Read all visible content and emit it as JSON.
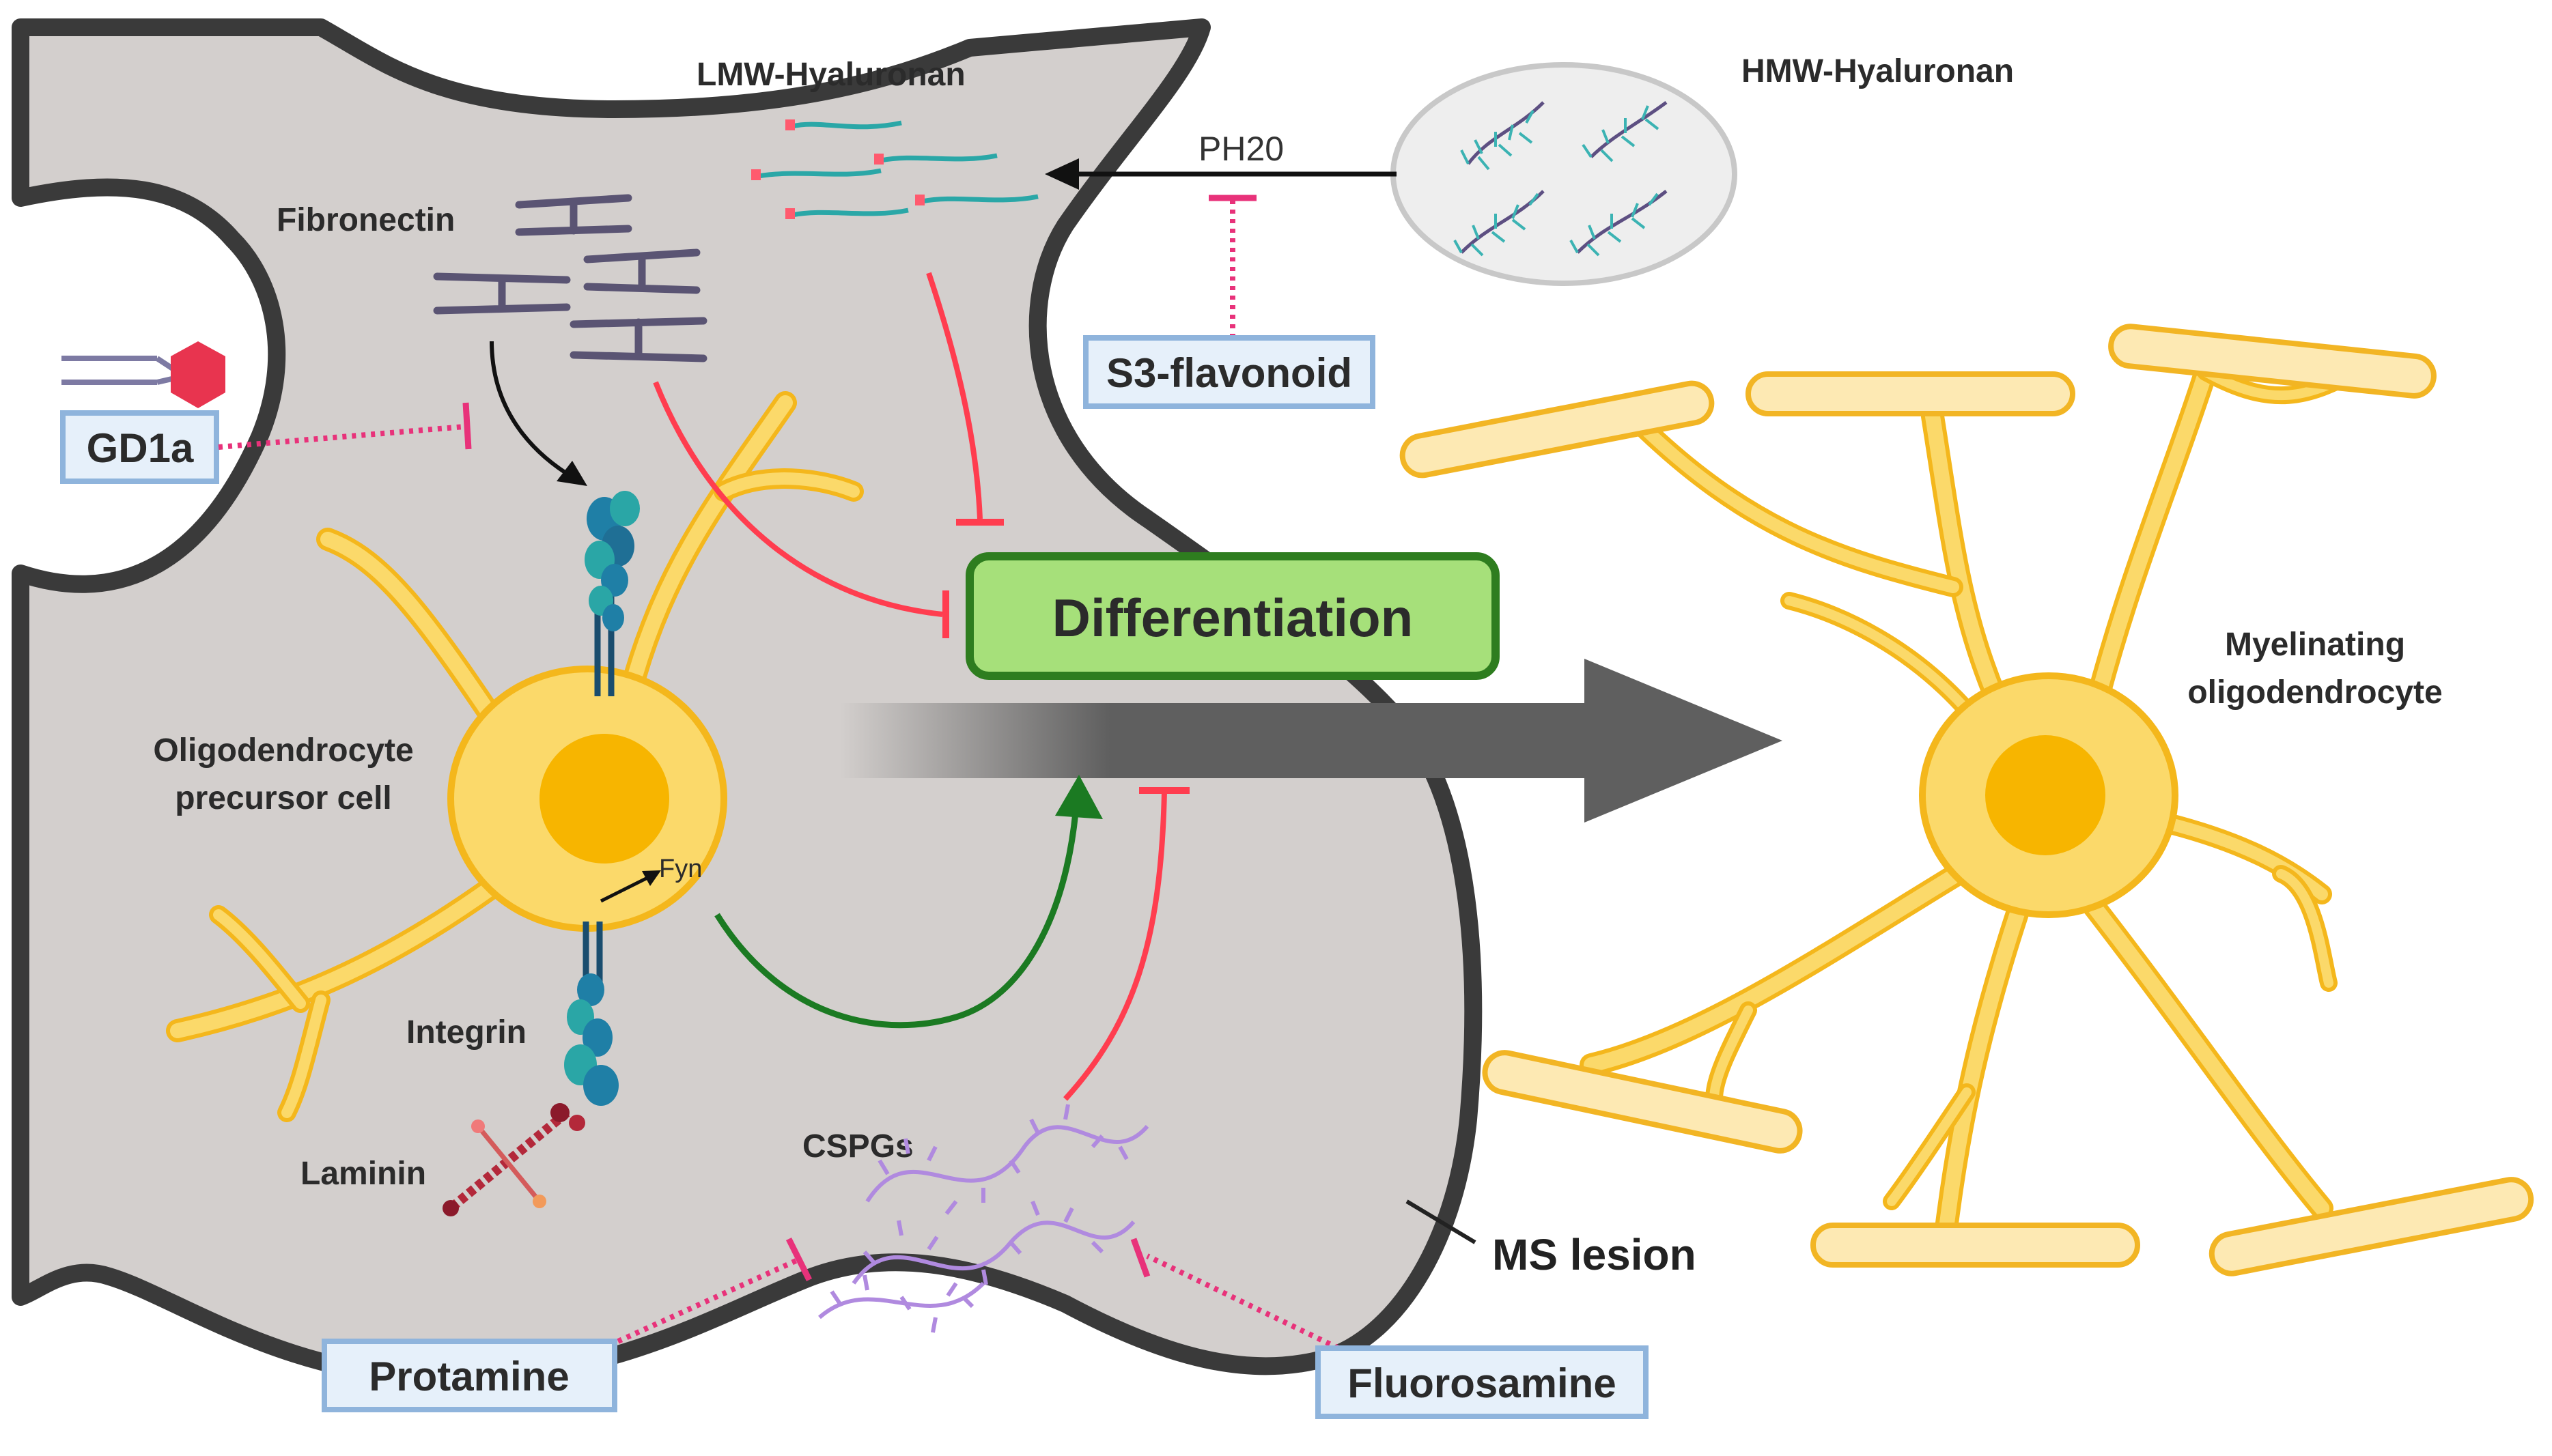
{
  "labels": {
    "lmw_hyaluronan": "LMW-Hyaluronan",
    "hmw_hyaluronan": "HMW-Hyaluronan",
    "ph20": "PH20",
    "fibronectin": "Fibronectin",
    "s3_flavonoid": "S3-flavonoid",
    "gd1a": "GD1a",
    "differentiation": "Differentiation",
    "myelinating_line1": "Myelinating",
    "myelinating_line2": "oligodendrocyte",
    "opc_line1": "Oligodendrocyte",
    "opc_line2": "precursor cell",
    "fyn": "Fyn",
    "integrin": "Integrin",
    "laminin": "Laminin",
    "cspgs": "CSPGs",
    "ms_lesion": "MS lesion",
    "protamine": "Protamine",
    "fluorosamine": "Fluorosamine"
  },
  "colors": {
    "lesion_fill": "#d3cfcd",
    "lesion_outline": "#3a3a3a",
    "cell_fill": "#fbd96a",
    "cell_outline": "#f4b71c",
    "nucleus": "#f7b500",
    "myelin_fill": "#fde9b3",
    "myelin_outline": "#f2b524",
    "differentiation_fill": "#a6e07a",
    "differentiation_outline": "#2e7d1f",
    "inhibition_red": "#ff3d4f",
    "dotted_pink": "#e8327a",
    "promote_green": "#1b7a22",
    "box_fill": "#e6f0fa",
    "box_outline": "#8fb4dc",
    "progress_arrow": "#5f5f5f",
    "fibronectin": "#5a5473",
    "hyaluronan": "#3bb3b3",
    "cspg": "#b08adf",
    "integrin": "#1f7fa6",
    "laminin": "#b3283a",
    "gd1a_head": "#e8344f"
  },
  "icons": {
    "gd1a": "ganglioside-icon",
    "integrin": "integrin-receptor-icon",
    "laminin": "laminin-icon",
    "fibronectin": "fibronectin-icon",
    "lmw_hyaluronan": "hyaluronan-fragment-icon",
    "hmw_hyaluronan": "hyaluronan-polymer-icon",
    "cspgs": "proteoglycan-icon"
  }
}
